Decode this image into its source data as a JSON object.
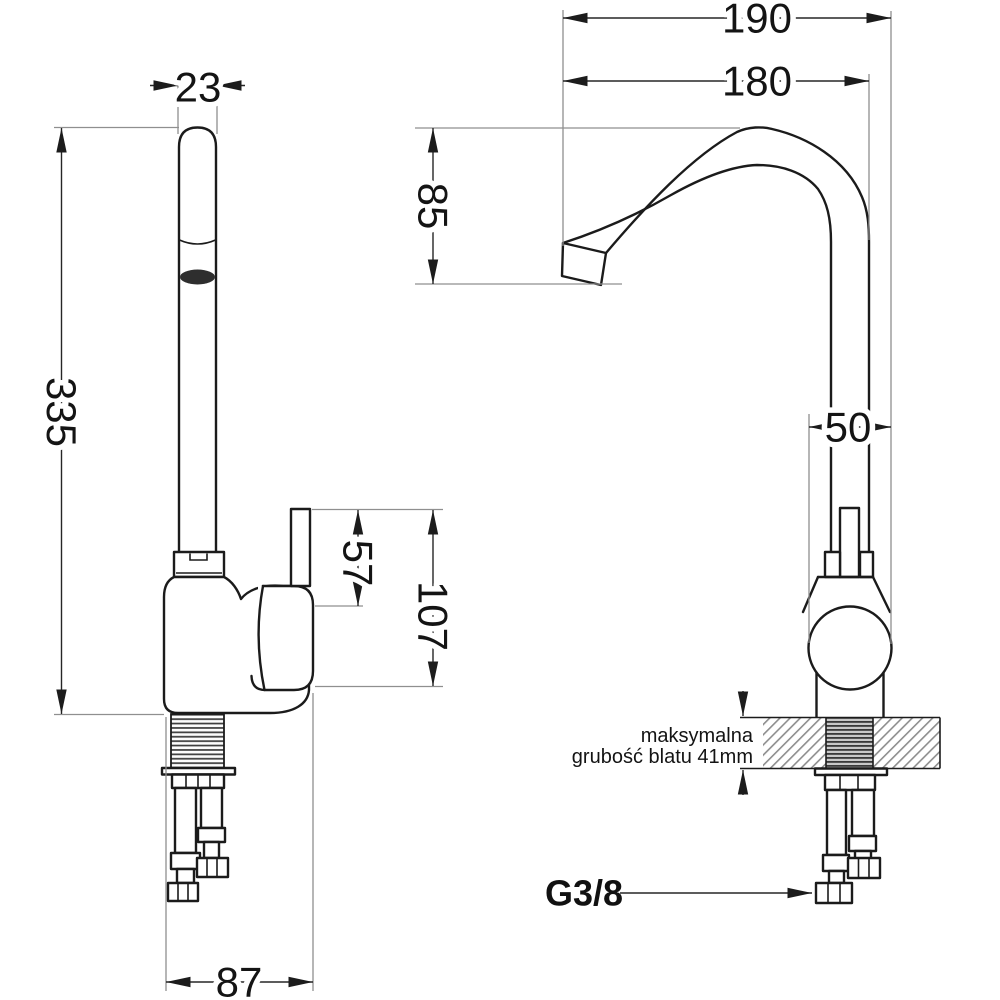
{
  "drawing": {
    "type": "faucet installation technical drawing",
    "views": {
      "left": "side view",
      "right": "front view"
    }
  },
  "dimensions": {
    "spout_pipe_width": "23",
    "total_height": "335",
    "handle_lever_length": "57",
    "handle_total_height": "107",
    "base_depth": "87",
    "total_reach": "190",
    "spout_reach": "180",
    "spout_drop_height": "85",
    "body_diameter": "50"
  },
  "annotations": {
    "countertop_note_line1": "maksymalna",
    "countertop_note_line2": "grubość blatu 41mm",
    "connection_thread": "G3/8"
  },
  "colors": {
    "background": "#ffffff",
    "object_line": "#1b1b1b",
    "dimension_line": "#262626",
    "extension_line": "#8f8f8f",
    "aerator_fill": "#2e2e2e"
  }
}
